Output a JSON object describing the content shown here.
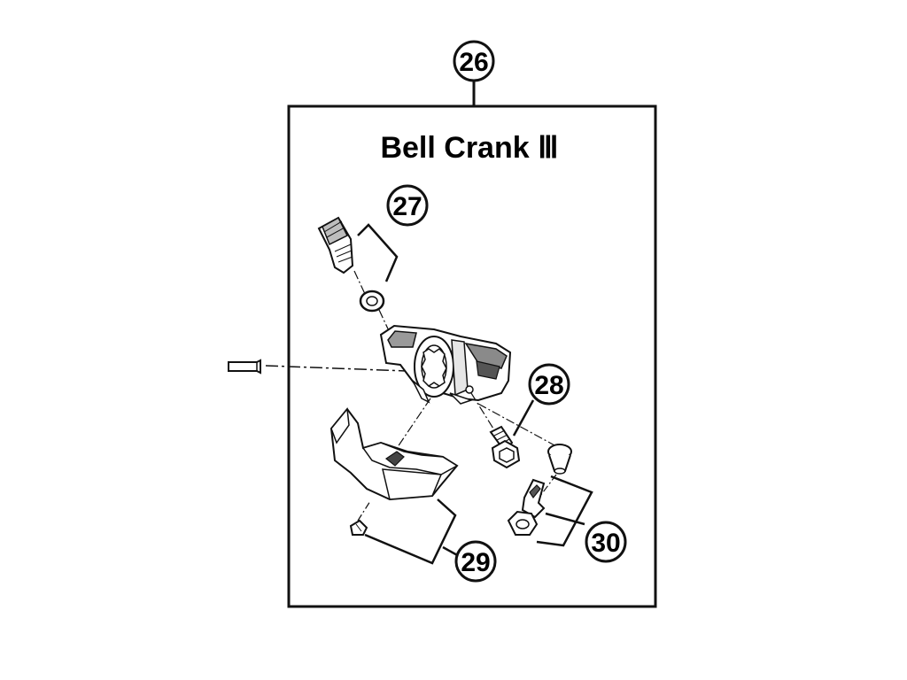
{
  "title": "Bell Crank Ⅲ",
  "callouts": {
    "c26": "26",
    "c27": "27",
    "c28": "28",
    "c29": "29",
    "c30": "30"
  },
  "colors": {
    "line": "#111111",
    "fill": "#ffffff",
    "shade": "#9a9a9a",
    "dark": "#333333"
  }
}
